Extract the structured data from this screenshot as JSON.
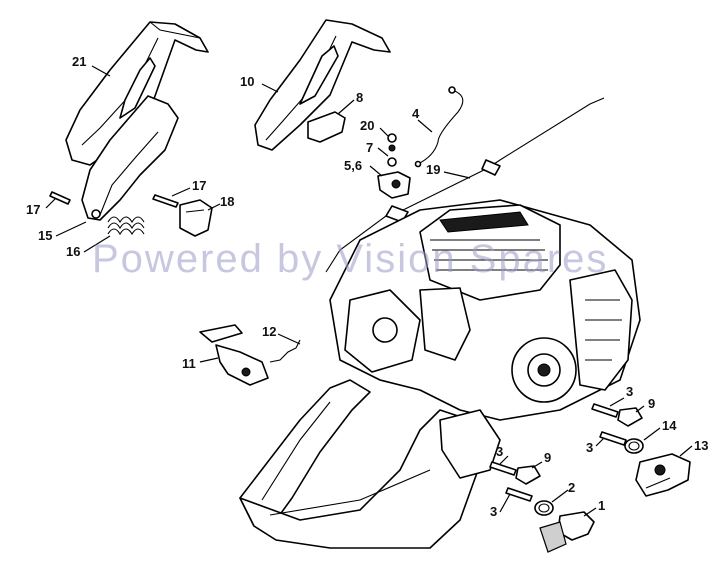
{
  "watermark": "Powered by Vision Spares",
  "callouts": [
    "21",
    "10",
    "8",
    "4",
    "20",
    "7",
    "5,6",
    "19",
    "17",
    "18",
    "17",
    "15",
    "16",
    "12",
    "11",
    "3",
    "9",
    "3",
    "14",
    "13",
    "3",
    "9",
    "2",
    "3",
    "1"
  ]
}
